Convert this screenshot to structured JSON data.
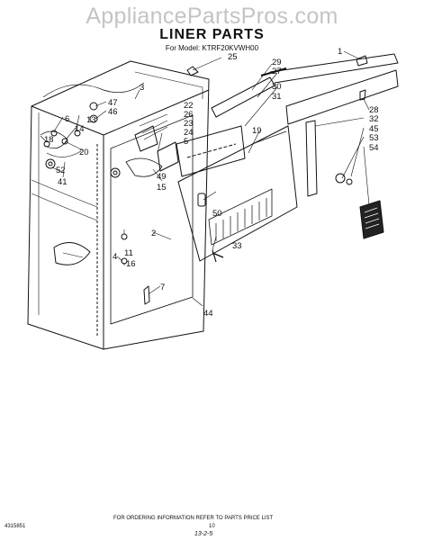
{
  "watermark": "AppliancePartsPros.com",
  "title": "LINER PARTS",
  "model_line": "For Model: KTRF20KVWH00",
  "callouts": {
    "c1": "1",
    "c2": "2",
    "c3": "3",
    "c4": "4",
    "c5": "5",
    "c6": "6",
    "c7": "7",
    "c11": "11",
    "c13": "13",
    "c14": "14",
    "c15": "15",
    "c16": "16",
    "c18": "18",
    "c19": "19",
    "c20": "20",
    "c22": "22",
    "c23": "23",
    "c24": "24",
    "c25": "25",
    "c26": "26",
    "c27": "27",
    "c28": "28",
    "c29": "29",
    "c30": "30",
    "c31": "31",
    "c32": "32",
    "c33": "33",
    "c41": "41",
    "c44": "44",
    "c45": "45",
    "c46": "46",
    "c47": "47",
    "c49": "49",
    "c50": "50",
    "c52": "52",
    "c53": "53",
    "c54": "54"
  },
  "footer": {
    "ordering_note": "FOR ORDERING INFORMATION REFER TO PARTS PRICE LIST",
    "doc_number": "4315851",
    "page_number": "10",
    "handwritten_note": "13-2-5"
  }
}
